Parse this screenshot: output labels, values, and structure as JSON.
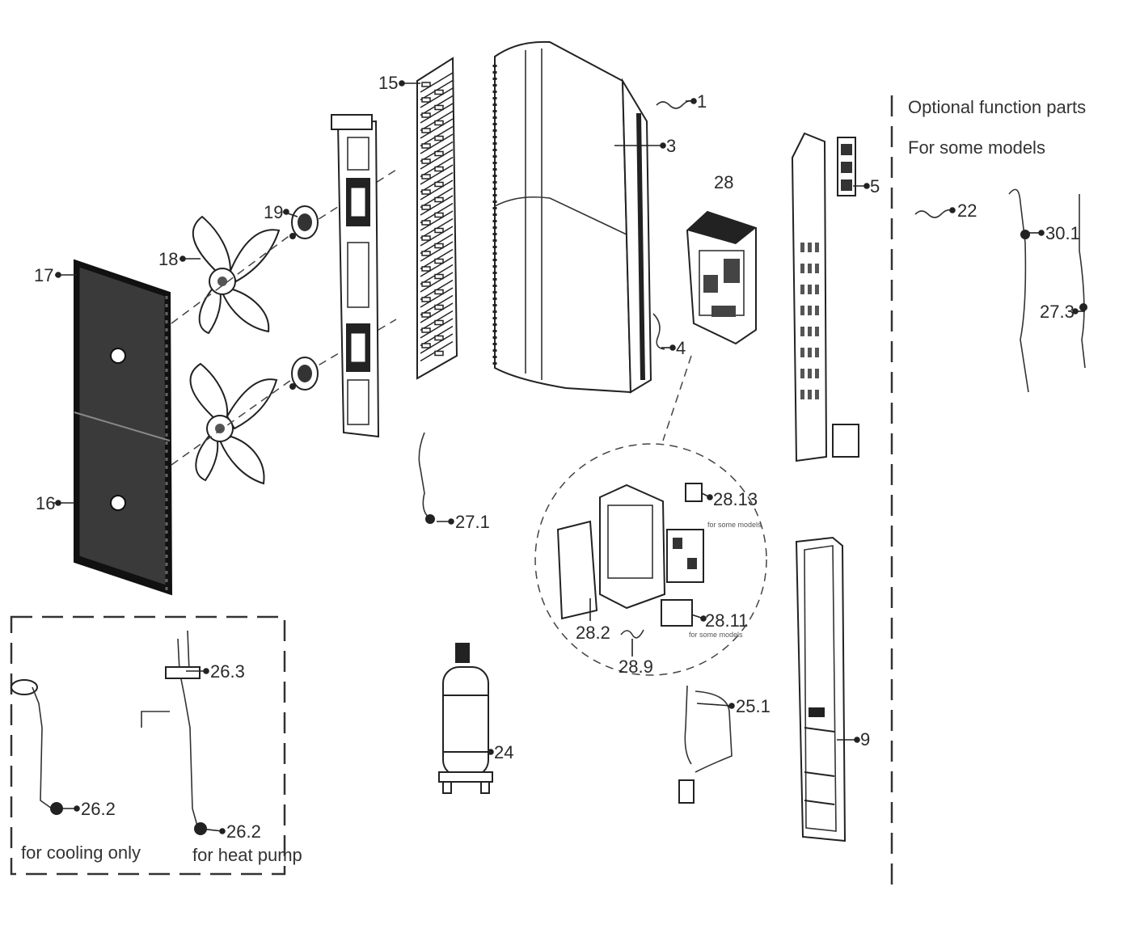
{
  "header": {
    "optional_title": "Optional function parts",
    "optional_subtitle": "For some models"
  },
  "labels": {
    "p1": "1",
    "p3": "3",
    "p4": "4",
    "p5": "5",
    "p9": "9",
    "p15": "15",
    "p16": "16",
    "p17": "17",
    "p18": "18",
    "p19": "19",
    "p22": "22",
    "p24": "24",
    "p25_1": "25.1",
    "p26_2a": "26.2",
    "p26_2b": "26.2",
    "p26_3": "26.3",
    "p27_1": "27.1",
    "p27_3": "27.3",
    "p28": "28",
    "p28_2": "28.2",
    "p28_9": "28.9",
    "p28_11": "28.11",
    "p28_13": "28.13",
    "p30_1": "30.1"
  },
  "notes": {
    "some_models_a": "for some models",
    "some_models_b": "for some models",
    "cooling_only": "for cooling only",
    "heat_pump": "for heat pump"
  }
}
